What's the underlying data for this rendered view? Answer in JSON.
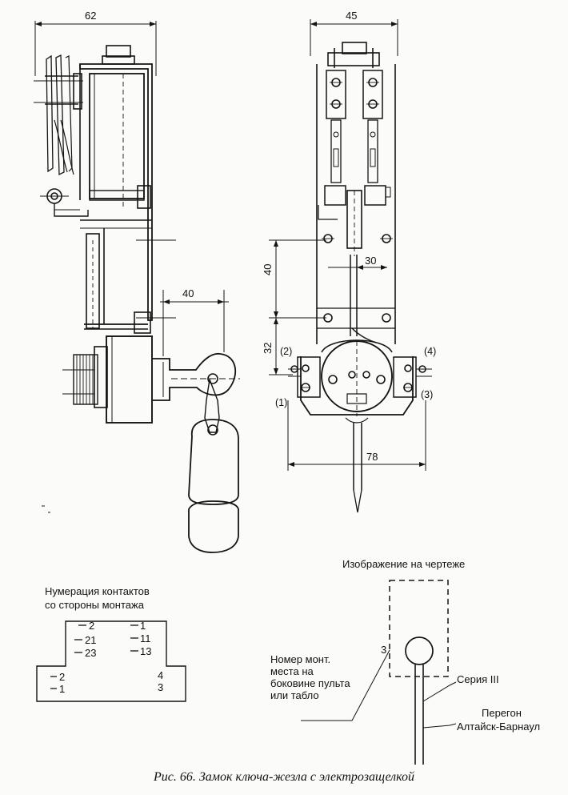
{
  "dimensions": {
    "left_width": "62",
    "right_width": "45",
    "handle_offset": "40",
    "inner_width": "30",
    "vertical_40": "40",
    "vertical_32": "32",
    "base_width": "78"
  },
  "contact_markers": {
    "m1": "(1)",
    "m2": "(2)",
    "m3": "(3)",
    "m4": "(4)"
  },
  "numbering": {
    "title_line1": "Нумерация контактов",
    "title_line2": "со стороны монтажа",
    "top_left": [
      "2",
      "21",
      "23"
    ],
    "top_right": [
      "1",
      "11",
      "13"
    ],
    "bottom_left": [
      "2",
      "1"
    ],
    "bottom_right": [
      "4",
      "3"
    ]
  },
  "drawing_view": {
    "title": "Изображение на чертеже",
    "place_number": "3",
    "mount_label": "Номер монт. места на боковине пульта или табло",
    "series_label": "Серия III",
    "route_line1": "Перегон",
    "route_line2": "Алтайск-Барнаул"
  },
  "caption": "Рис. 66. Замок ключа-жезла с электрозащелкой"
}
